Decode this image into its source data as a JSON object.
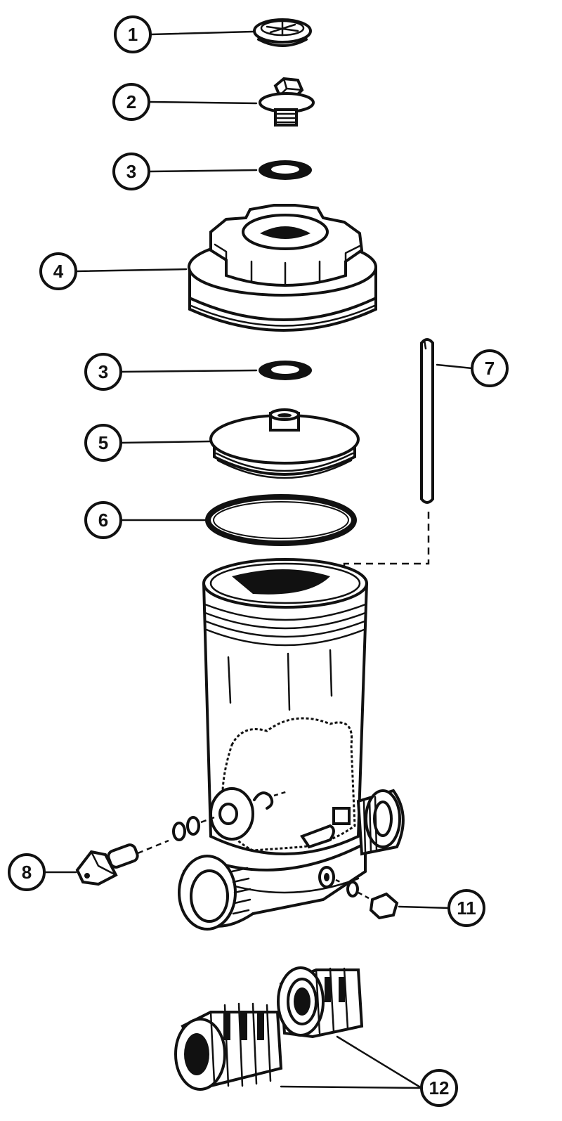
{
  "callouts": [
    {
      "id": "c1",
      "label": "1"
    },
    {
      "id": "c2",
      "label": "2"
    },
    {
      "id": "c3a",
      "label": "3"
    },
    {
      "id": "c4",
      "label": "4"
    },
    {
      "id": "c3b",
      "label": "3"
    },
    {
      "id": "c5",
      "label": "5"
    },
    {
      "id": "c6",
      "label": "6"
    },
    {
      "id": "c7",
      "label": "7"
    },
    {
      "id": "c8",
      "label": "8"
    },
    {
      "id": "c11",
      "label": "11"
    },
    {
      "id": "c12",
      "label": "12"
    }
  ],
  "colors": {
    "ink": "#111111",
    "background": "#ffffff"
  }
}
